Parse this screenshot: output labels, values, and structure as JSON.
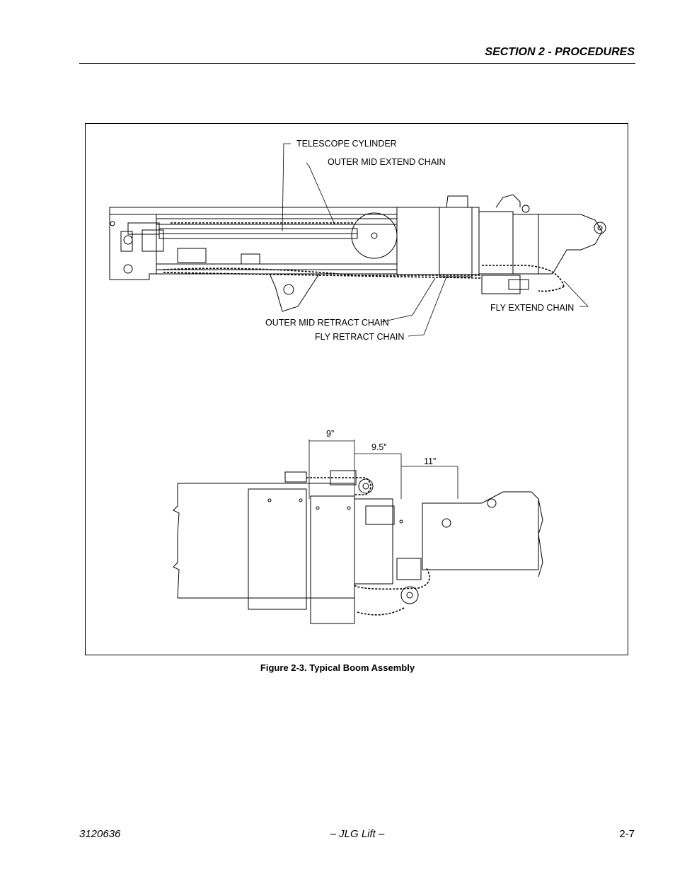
{
  "header": {
    "section_title": "SECTION 2 - PROCEDURES"
  },
  "figure": {
    "callouts": {
      "telescope_cylinder": "TELESCOPE CYLINDER",
      "outer_mid_extend_chain": "OUTER MID EXTEND CHAIN",
      "fly_extend_chain": "FLY EXTEND CHAIN",
      "outer_mid_retract_chain": "OUTER MID RETRACT CHAIN",
      "fly_retract_chain": "FLY RETRACT CHAIN"
    },
    "dimensions": {
      "dim_9": "9”",
      "dim_9_5": "9.5”",
      "dim_11": "11”"
    },
    "caption": "Figure 2-3.  Typical Boom Assembly"
  },
  "footer": {
    "doc_number": "3120636",
    "publisher": "– JLG Lift –",
    "page_number": "2-7"
  }
}
